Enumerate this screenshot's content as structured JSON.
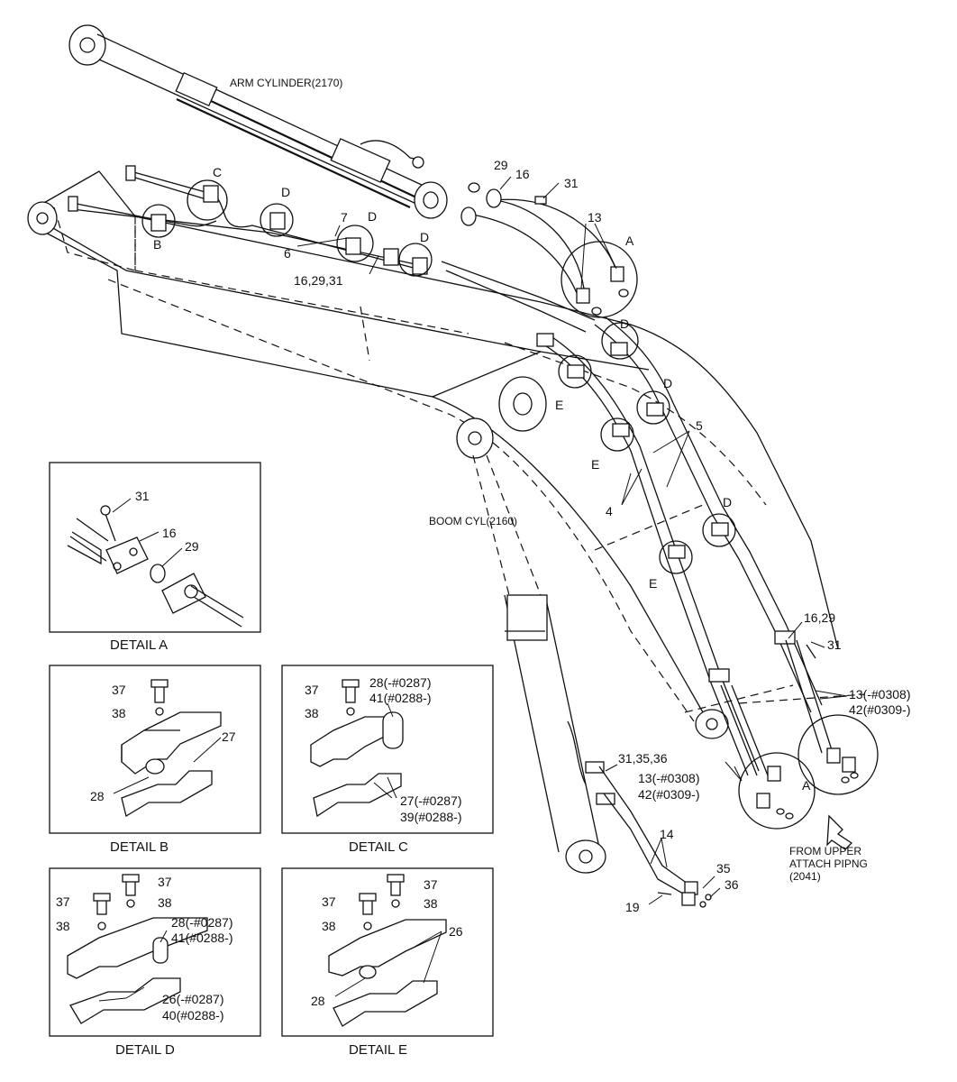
{
  "callouts": {
    "arm_cylinder": "ARM CYLINDER(2170)",
    "boom_cyl": "BOOM CYL(2160)",
    "from_upper_1": "FROM UPPER",
    "from_upper_2": "ATTACH PIPNG",
    "from_upper_3": "(2041)"
  },
  "part_numbers": {
    "p29_top": "29",
    "p16_top": "16",
    "p31_top": "31",
    "p13_top": "13",
    "p7": "7",
    "p6": "6",
    "p16_29_31": "16,29,31",
    "p5": "5",
    "p4": "4",
    "p16_29": "16,29",
    "p31_right": "31",
    "p13_right_a": "13(-#0308)",
    "p42_right_a": "42(#0309-)",
    "p31_35_36": "31,35,36",
    "p13_right_b": "13(-#0308)",
    "p42_right_b": "42(#0309-)",
    "p14": "14",
    "p35": "35",
    "p36": "36",
    "p19": "19"
  },
  "detail_refs": {
    "a": "A",
    "b": "B",
    "c": "C",
    "d": "D",
    "e": "E"
  },
  "details": {
    "a": {
      "caption": "DETAIL A",
      "p31": "31",
      "p16": "16",
      "p29": "29"
    },
    "b": {
      "caption": "DETAIL B",
      "p37": "37",
      "p38": "38",
      "p27": "27",
      "p28": "28"
    },
    "c": {
      "caption": "DETAIL C",
      "p37": "37",
      "p38": "38",
      "p28": "28(-#0287)",
      "p41": "41(#0288-)",
      "p27": "27(-#0287)",
      "p39": "39(#0288-)"
    },
    "d": {
      "caption": "DETAIL D",
      "p37a": "37",
      "p37b": "37",
      "p38a": "38",
      "p38b": "38",
      "p28": "28(-#0287)",
      "p41": "41(#0288-)",
      "p26": "26(-#0287)",
      "p40": "40(#0288-)"
    },
    "e": {
      "caption": "DETAIL E",
      "p37a": "37",
      "p37b": "37",
      "p38a": "38",
      "p38b": "38",
      "p26": "26",
      "p28": "28"
    }
  }
}
